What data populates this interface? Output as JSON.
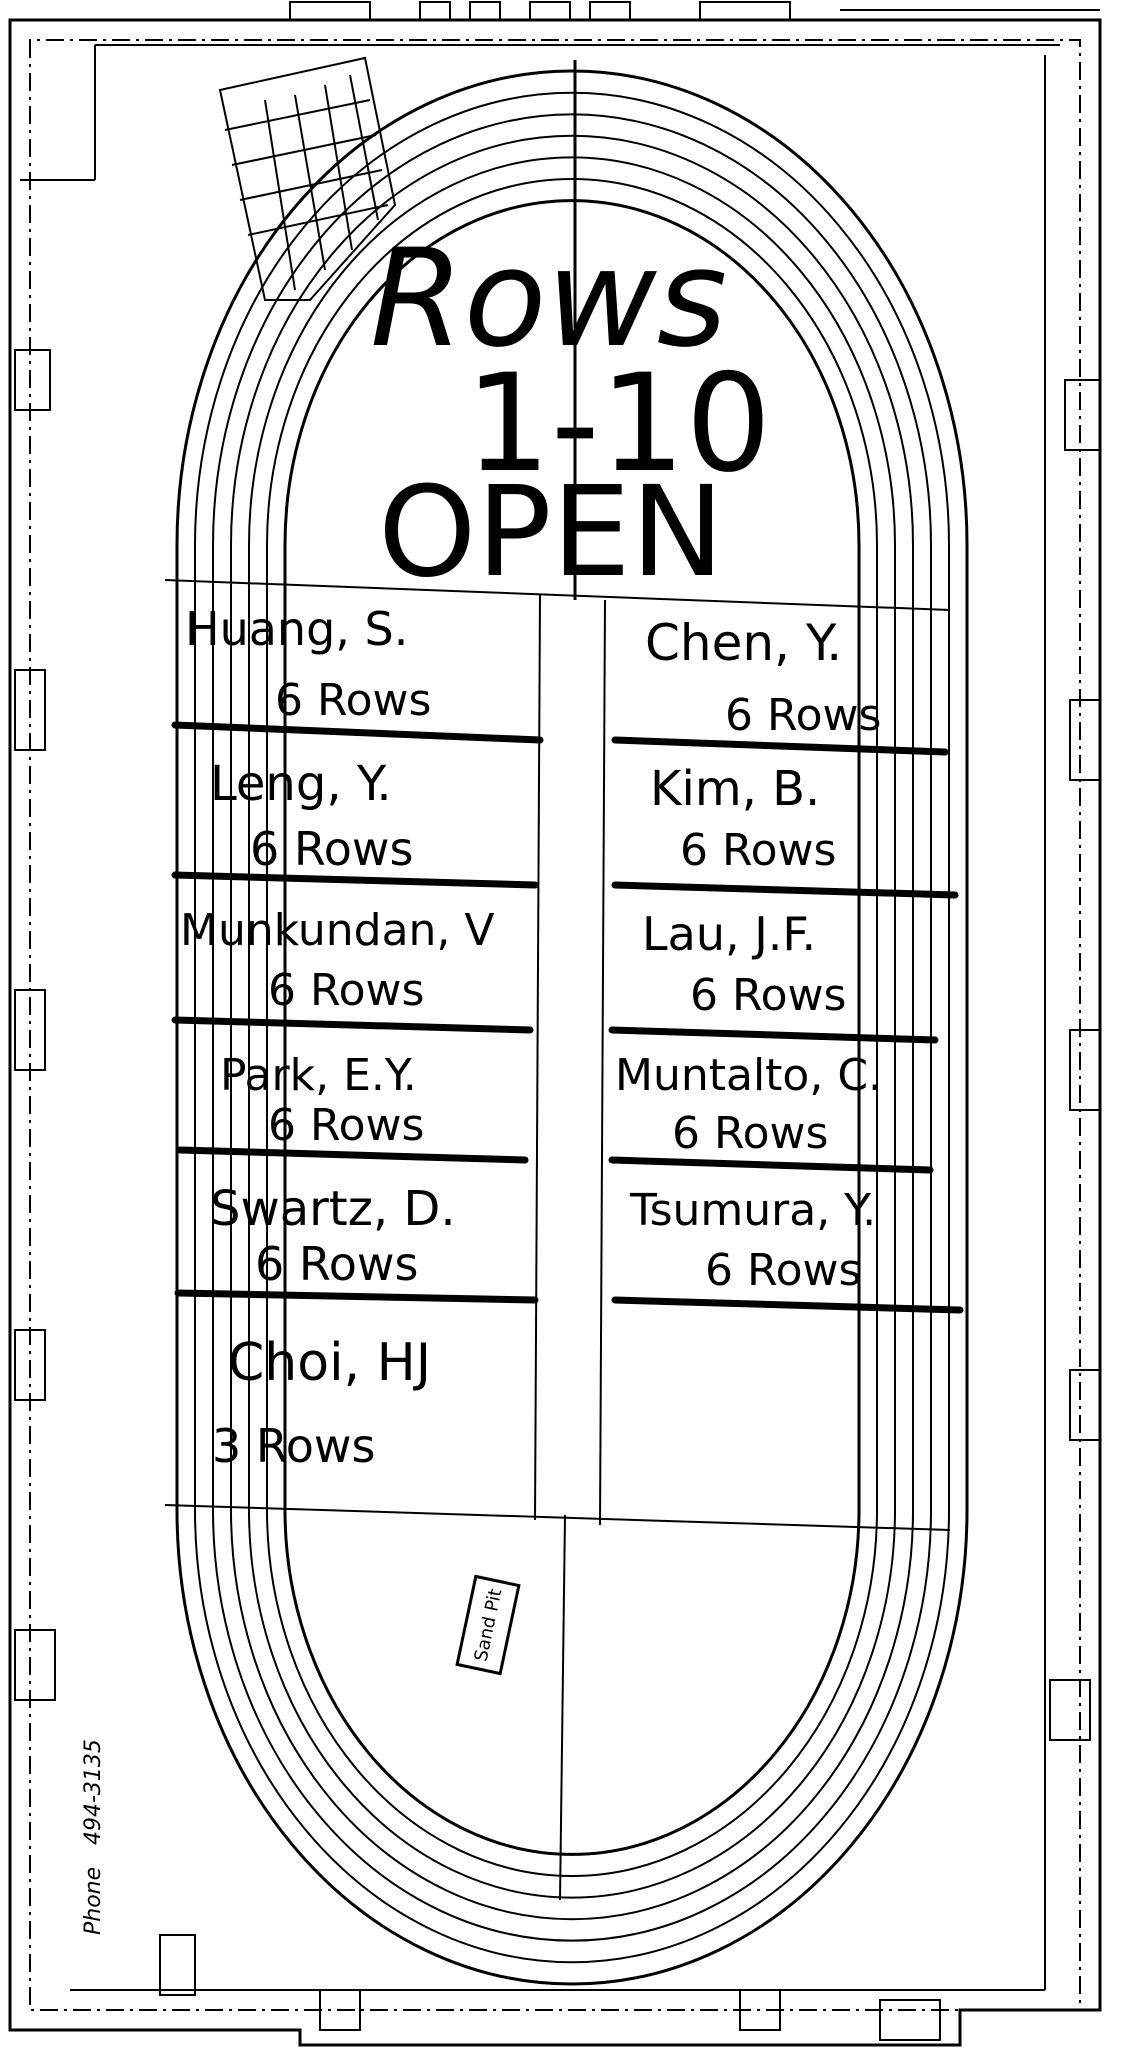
{
  "header": {
    "rows_word": "Rows",
    "rows_range": "1-10",
    "status": "OPEN"
  },
  "assignments_left": [
    {
      "name": "Huang, S.",
      "rows": "6 Rows"
    },
    {
      "name": "Leng, Y.",
      "rows": "6 Rows"
    },
    {
      "name": "Munkundan, V",
      "rows": "6 Rows"
    },
    {
      "name": "Park, E.Y.",
      "rows": "6 Rows"
    },
    {
      "name": "Swartz, D.",
      "rows": "6 Rows"
    },
    {
      "name": "Choi, HJ",
      "rows": "3 Rows"
    }
  ],
  "assignments_right": [
    {
      "name": "Chen, Y.",
      "rows": "6 Rows"
    },
    {
      "name": "Kim, B.",
      "rows": "6 Rows"
    },
    {
      "name": "Lau, J.F.",
      "rows": "6 Rows"
    },
    {
      "name": "Muntalto, C.",
      "rows": "6 Rows"
    },
    {
      "name": "Tsumura, Y.",
      "rows": "6 Rows"
    }
  ],
  "field_labels": {
    "sand_pit": "Sand Pit"
  },
  "phone": {
    "label": "Phone",
    "number": "494-3135"
  },
  "colors": {
    "ink": "#000000",
    "paper": "#ffffff"
  }
}
